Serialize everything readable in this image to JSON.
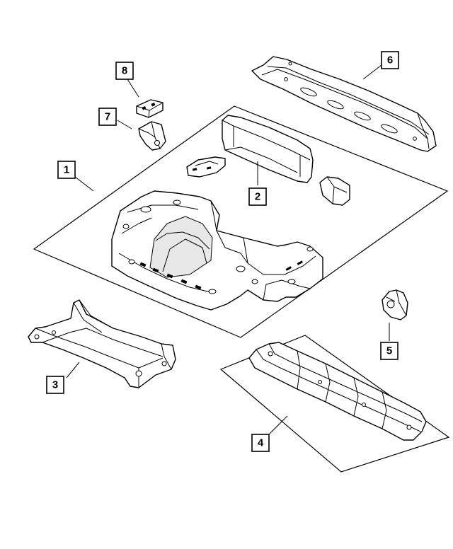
{
  "diagram": {
    "callouts": [
      {
        "id": "1",
        "label": "1",
        "part": "floor-pan-assembly"
      },
      {
        "id": "2",
        "label": "2",
        "part": "floor-pan-rear-bracket-group"
      },
      {
        "id": "3",
        "label": "3",
        "part": "front-crossmember"
      },
      {
        "id": "4",
        "label": "4",
        "part": "rear-crossmember"
      },
      {
        "id": "5",
        "label": "5",
        "part": "mounting-bracket"
      },
      {
        "id": "6",
        "label": "6",
        "part": "rear-floor-crossmember"
      },
      {
        "id": "7",
        "label": "7",
        "part": "support-bracket"
      },
      {
        "id": "8",
        "label": "8",
        "part": "reinforcement-plate"
      }
    ]
  }
}
